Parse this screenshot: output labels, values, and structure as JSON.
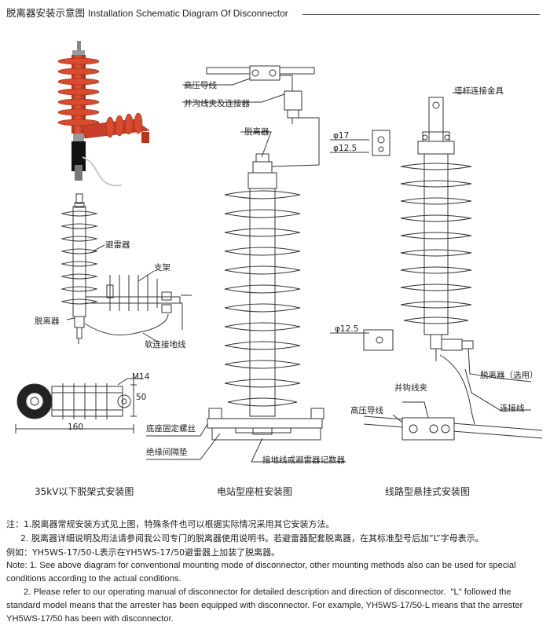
{
  "header": {
    "title_cn": "脱离器安装示意图",
    "title_en": "Installation Schematic Diagram Of Disconnector"
  },
  "labels": {
    "hv_wire_center": "高压导线",
    "parallel_clamp_connector": "并沟线夹及连接器",
    "disconnector_center": "脱离器",
    "arrester_left": "避雷器",
    "bracket": "支架",
    "disconnector_left": "脱离器",
    "soft_ground_wire": "软连接地线",
    "m14": "M14",
    "dim_50": "50",
    "dim_160": "160",
    "base_bolt": "底座固定螺丝",
    "insulating_pad": "绝缘间隔垫",
    "ground_or_counter": "接地线或避雷器记数器",
    "tower_fitting": "塔杆连接金具",
    "phi17": "φ17",
    "phi12_5_top": "φ12.5",
    "phi12_5_mid": "φ12.5",
    "disconnector_optional": "脱离器（选用）",
    "parallel_clamp": "并钩线夹",
    "hv_wire_right": "高压导线",
    "connection_line": "连接线"
  },
  "captions": {
    "left": "35kV以下脱架式安装图",
    "center": "电站型座桩安装图",
    "right": "线路型悬挂式安装图"
  },
  "notes_cn": {
    "line1": "注：1.脱离器常规安装方式见上图，特殊条件也可以根据实际情况采用其它安装方法。",
    "line2": "2. 脱离器详细说明及用法请参阅我公司专门的脱离器使用说明书。若避雷器配套脱离器，在其标准型号后加”L”字母表示。",
    "line3": "例如：YH5WS-17/50-L表示在YH5WS-17/50避雷器上加装了脱离器。"
  },
  "notes_en": {
    "note1": "Note: 1. See above diagram for conventional mounting mode of disconnector, other mounting methods also can be used for special conditions according to the actual conditions.",
    "note2": "2. Please refer to our operating manual of disconnector for detailed description and direction of disconnector.  \"L\" followed the standard model means that the arrester has been equipped with disconnector. For example, YH5WS-17/50-L means that the arrester YH5WS-17/50 has been with disconnector."
  },
  "colors": {
    "arrester_photo": "#d8472b",
    "line_art": "#333333"
  }
}
